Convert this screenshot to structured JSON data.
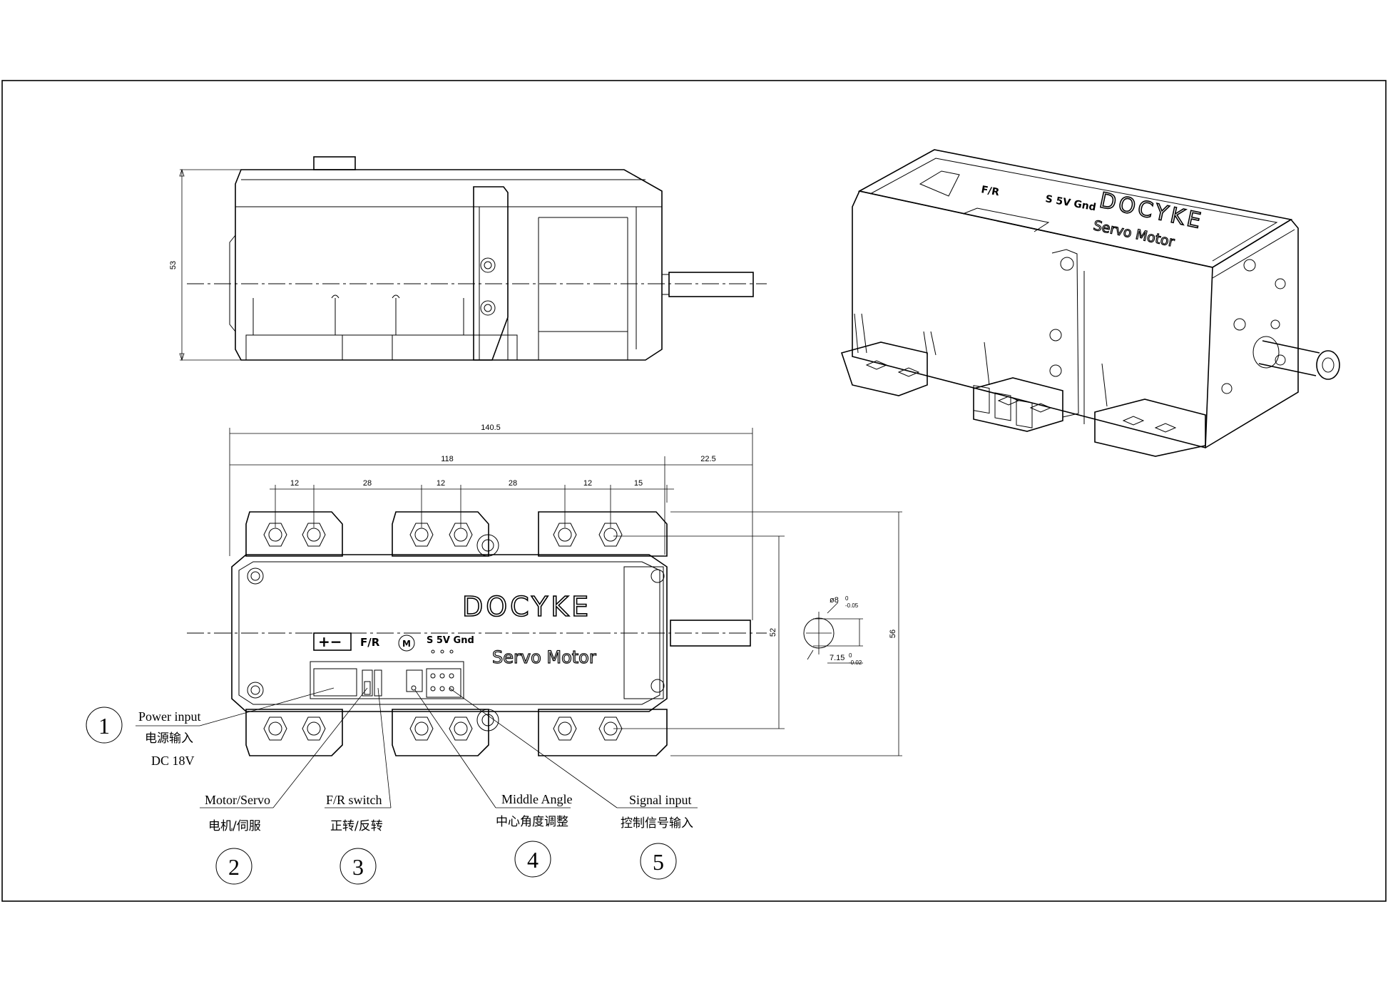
{
  "dimensions": {
    "side_height": "53",
    "overall_length": "140.5",
    "body_length": "118",
    "shaft_length": "22.5",
    "hole_spacings": [
      "12",
      "28",
      "12",
      "28",
      "12",
      "15"
    ],
    "mount_height": "52",
    "total_height": "56",
    "shaft_diameter": "ø8",
    "shaft_diameter_tol_upper": "0",
    "shaft_diameter_tol_lower": "-0.05",
    "flat_size": "7.15",
    "flat_tol_upper": "0",
    "flat_tol_lower": "-0.02"
  },
  "panel": {
    "brand": "DOCYKE",
    "model": "Servo Motor",
    "power_symbol": "+−",
    "fr_label": "F/R",
    "mode_label": "M",
    "signal_label": "S 5V Gnd"
  },
  "callouts": [
    {
      "number": "1",
      "title": "Power input",
      "line2": "电源输入",
      "line3": "DC 18V"
    },
    {
      "number": "2",
      "title": "Motor/Servo",
      "line2": "电机/伺服"
    },
    {
      "number": "3",
      "title": "F/R switch",
      "line2": "正转/反转"
    },
    {
      "number": "4",
      "title": "Middle Angle",
      "line2": "中心角度调整"
    },
    {
      "number": "5",
      "title": "Signal input",
      "line2": "控制信号输入"
    }
  ]
}
